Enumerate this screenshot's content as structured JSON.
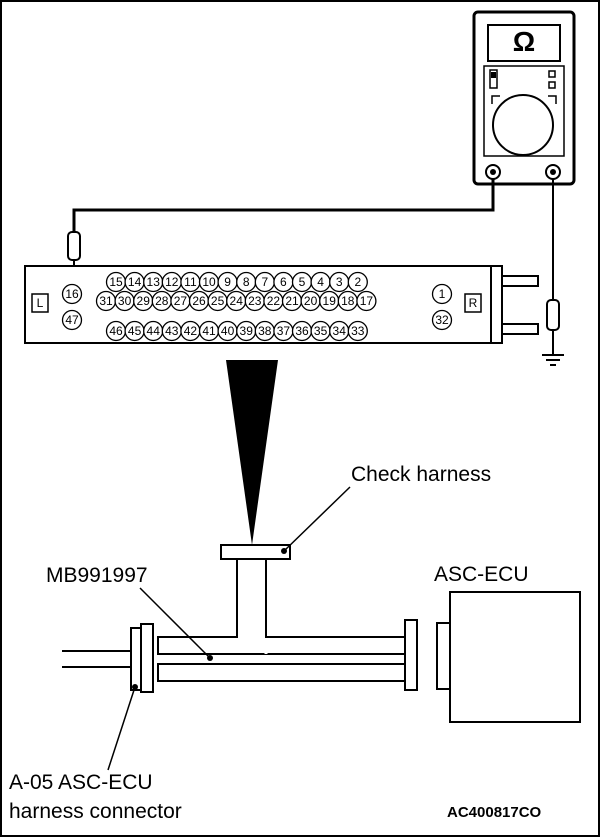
{
  "meter": {
    "symbol": "Ω"
  },
  "connector": {
    "left_side_label": "L",
    "right_side_label": "R",
    "rows": [
      [
        "16",
        "15",
        "14",
        "13",
        "12",
        "11",
        "10",
        "9",
        "8",
        "7",
        "6",
        "5",
        "4",
        "3",
        "2",
        "1"
      ],
      [
        "31",
        "30",
        "29",
        "28",
        "27",
        "26",
        "25",
        "24",
        "23",
        "22",
        "21",
        "20",
        "19",
        "18",
        "17"
      ],
      [
        "47",
        "46",
        "45",
        "44",
        "43",
        "42",
        "41",
        "40",
        "39",
        "38",
        "37",
        "36",
        "35",
        "34",
        "33",
        "32"
      ]
    ]
  },
  "labels": {
    "check_harness": "Check harness",
    "mb_number": "MB991997",
    "asc_ecu": "ASC-ECU",
    "connector_line1": "A-05 ASC-ECU",
    "connector_line2": "harness connector",
    "figure_code": "AC400817CO"
  }
}
